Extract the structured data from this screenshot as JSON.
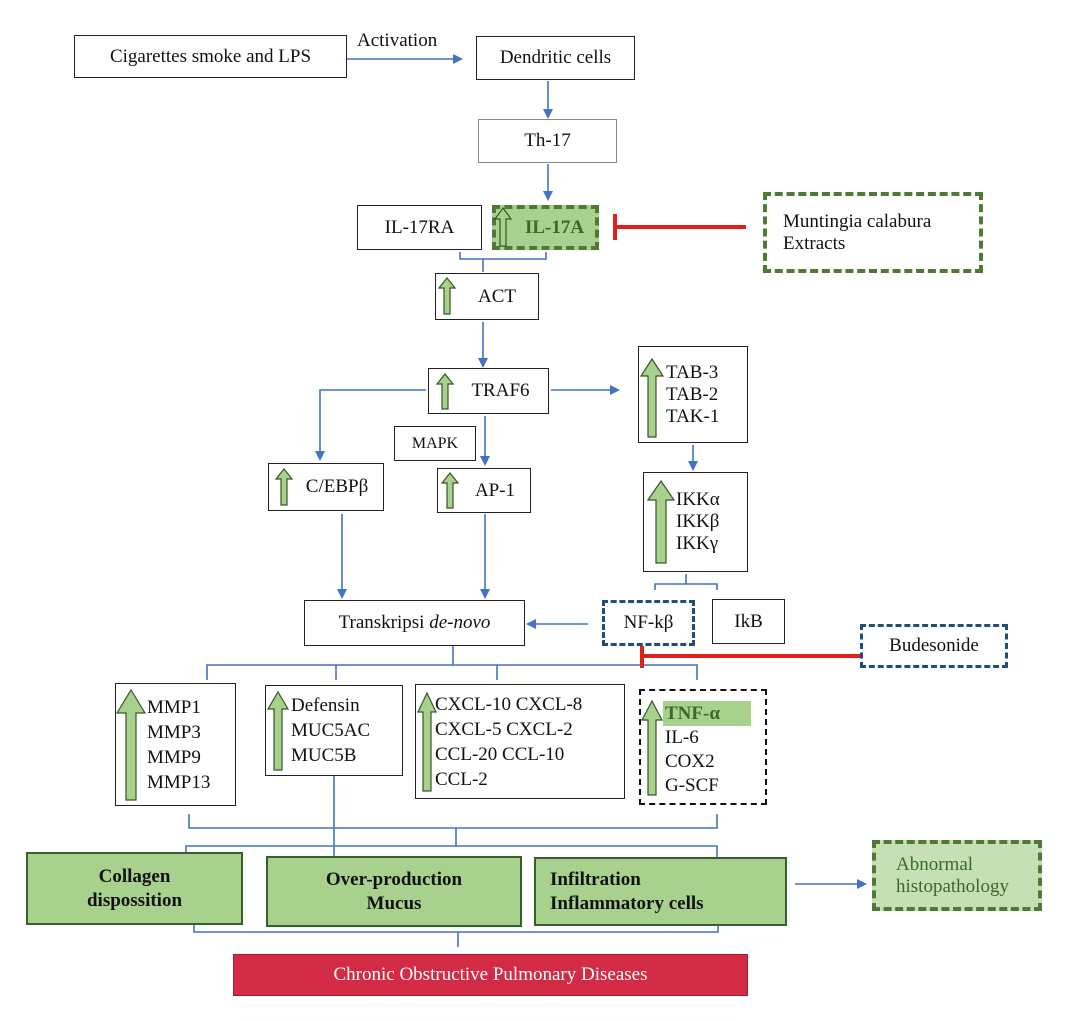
{
  "nodes": {
    "cigarette": "Cigarettes smoke and  LPS",
    "activation": "Activation",
    "dendritic": "Dendritic cells",
    "th17": "Th-17",
    "il17ra": "IL-17RA",
    "il17a": "IL-17A",
    "muntingia_line1": "Muntingia calabura",
    "muntingia_line2": "Extracts",
    "act": "ACT",
    "traf6": "TRAF6",
    "tab3": "TAB-3",
    "tab2": "TAB-2",
    "tak1": "TAK-1",
    "mapk": "MAPK",
    "cebpb": "C/EBPβ",
    "ap1": "AP-1",
    "ikka": "IKKα",
    "ikkb": "IKKβ",
    "ikkg": "IKKγ",
    "transkripsi": "Transkripsi ",
    "transkripsi_italic": "de-novo",
    "nfkb": "NF-kβ",
    "ikb": "IkB",
    "budesonide": "Budesonide",
    "mmp": [
      "MMP1",
      "MMP3",
      "MMP9",
      "MMP13"
    ],
    "defensin": [
      "Defensin",
      "MUC5AC",
      "MUC5B"
    ],
    "cxcl": [
      "CXCL-10 CXCL-8",
      "CXCL-5 CXCL-2",
      "CCL-20 CCL-10",
      "CCL-2"
    ],
    "tnfa": "TNF-α",
    "cytokines": [
      "IL-6",
      "COX2",
      "G-SCF"
    ],
    "collagen_line1": "Collagen",
    "collagen_line2": "dispossition",
    "mucus_line1": "Over-production",
    "mucus_line2": "Mucus",
    "infiltration_line1": "Infiltration",
    "infiltration_line2": "Inflammatory cells",
    "abnormal_line1": "Abnormal",
    "abnormal_line2": "histopathology",
    "copd": "Chronic Obstructive Pulmonary Diseases"
  },
  "colors": {
    "arrow": "#4472c4",
    "inhibit": "#e0201b",
    "green_fill": "#a9d18e",
    "up_arrow_stroke": "#375623",
    "copd_fill": "#d32b45"
  },
  "icons": [
    "up-arrow-icon",
    "arrow-icon",
    "inhibition-icon"
  ]
}
